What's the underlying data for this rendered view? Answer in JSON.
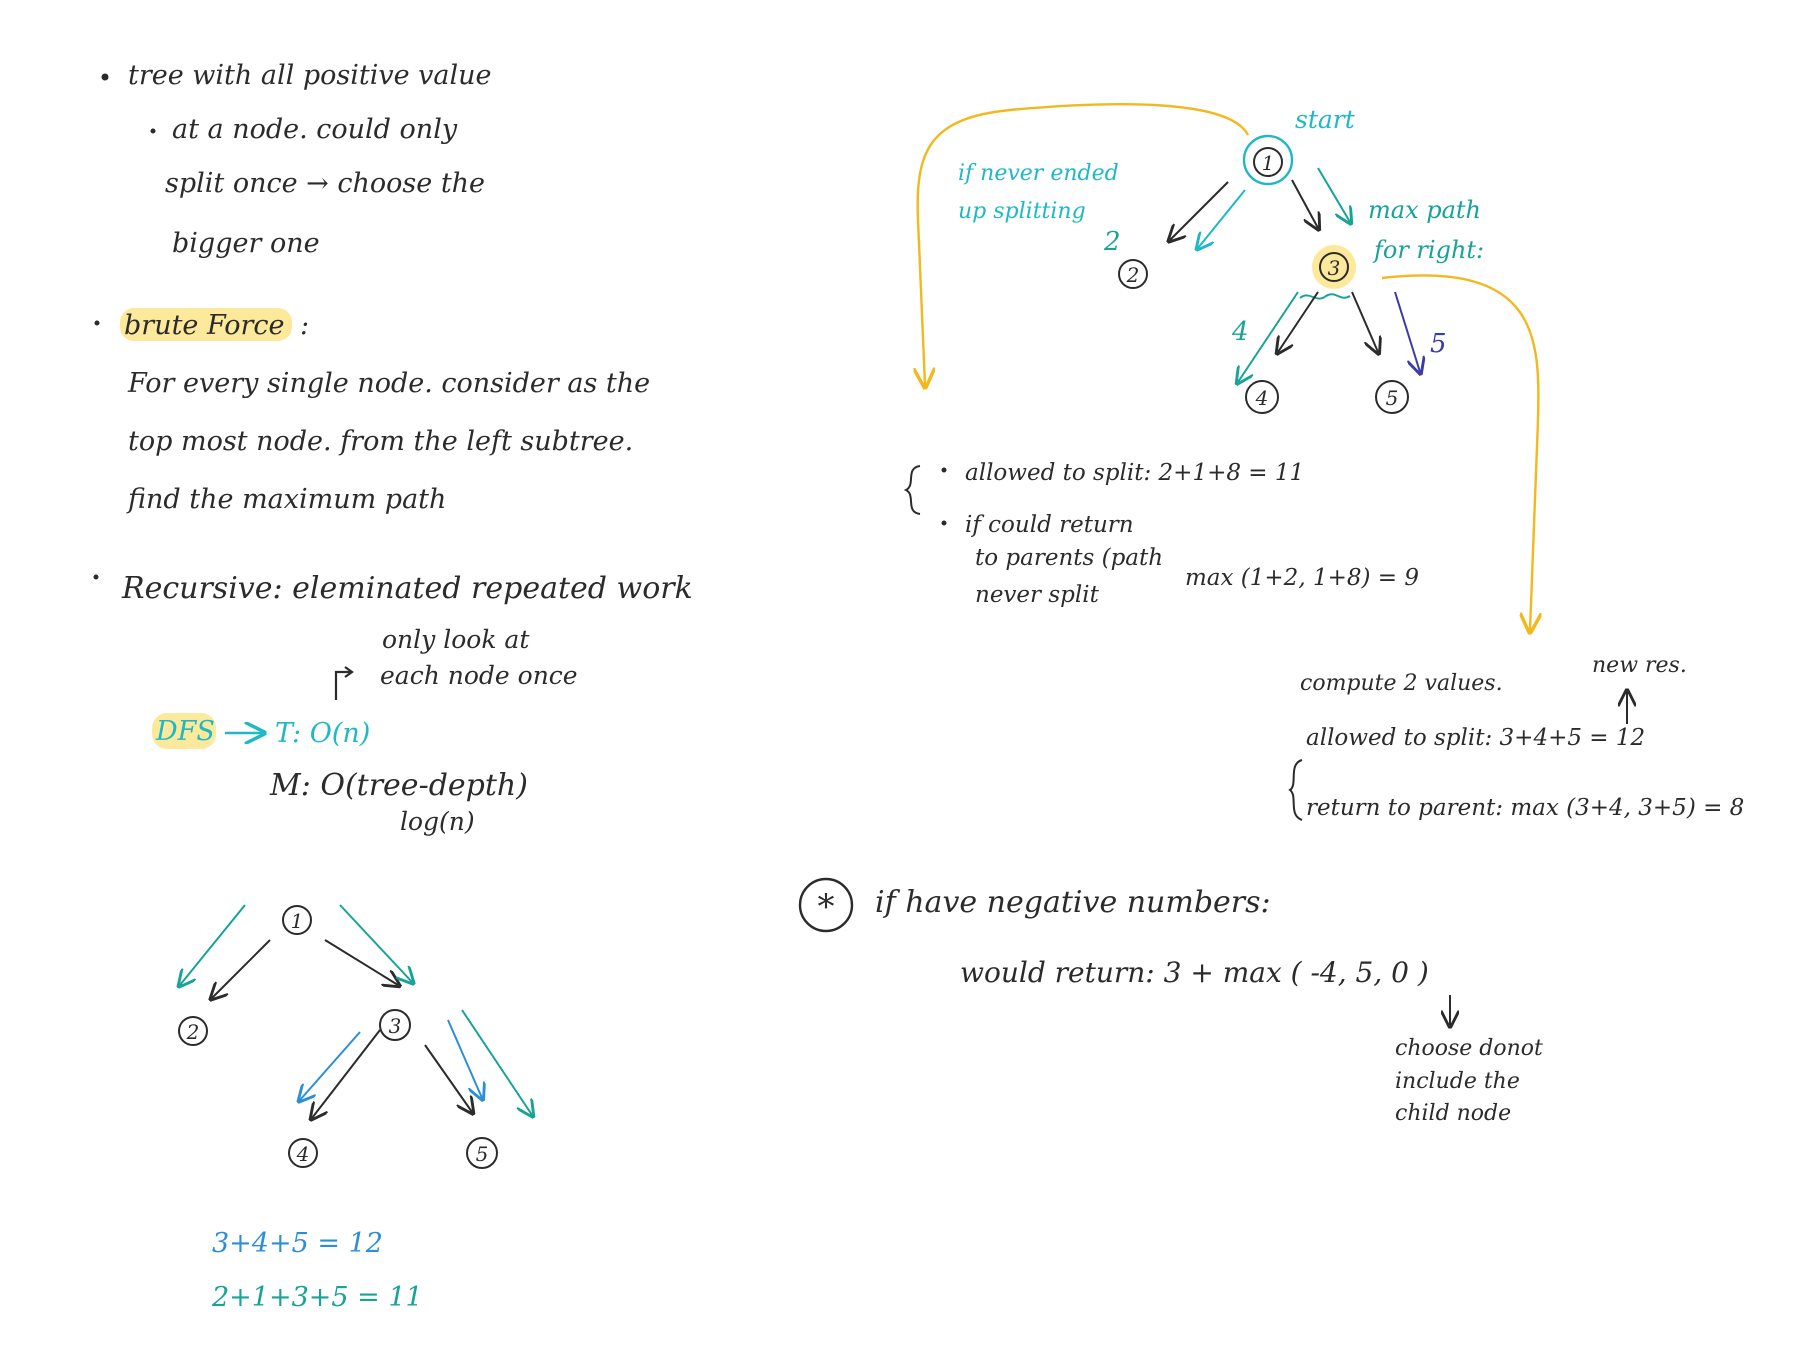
{
  "colors": {
    "ink": "#2b2b2b",
    "teal": "#17a396",
    "cyan": "#1fb8c6",
    "blue": "#2b8fd8",
    "navy": "#3a3aa8",
    "gold": "#f2b81e",
    "highlight": "#fbe27a"
  },
  "left": {
    "bullet1": {
      "line1": "tree with all positive value",
      "line2": "at a node. could only",
      "line3": "split once → choose the",
      "line4": "bigger one"
    },
    "bullet2": {
      "title": "brute Force",
      "line1": "For every single node. consider as the",
      "line2": "top most node. from the left subtree.",
      "line3": "find the maximum path"
    },
    "bullet3": {
      "line1": "Recursive: eleminated repeated work",
      "note_line1": "only look at",
      "note_line2": "each node once"
    },
    "complexity": {
      "dfs": "DFS",
      "time": "T: O(n)",
      "memory": "M: O(tree-depth)",
      "memory_note": "log(n)"
    },
    "tree": {
      "n1": "1",
      "n2": "2",
      "n3": "3",
      "n4": "4",
      "n5": "5"
    },
    "sums": {
      "line1": "3+4+5 = 12",
      "line2": "2+1+3+5 = 11"
    }
  },
  "right": {
    "tree": {
      "start": "start",
      "n1": "1",
      "n2": "2",
      "n3": "3",
      "n4": "4",
      "n5": "5",
      "never_split_line1": "if never ended",
      "never_split_line2": "up splitting",
      "max_path_line1": "max path",
      "max_path_line2": "for right:",
      "label_2": "2",
      "label_4": "4",
      "label_5": "5"
    },
    "rules": {
      "line1": "allowed to split: 2+1+8 = 11",
      "line2": "if could return",
      "line3": "to parents (path",
      "line4": "never split",
      "line4b": "max (1+2, 1+8) = 9"
    },
    "compute": {
      "title": "compute 2 values.",
      "new_res": "new res.",
      "split": "allowed to split: 3+4+5 = 12",
      "ret": "return to parent: max (3+4, 3+5) = 8"
    },
    "negative": {
      "star": "*",
      "title": "if have negative numbers:",
      "formula": "would return: 3 + max ( -4, 5, 0 )",
      "note_line1": "choose donot",
      "note_line2": "include the",
      "note_line3": "child node"
    }
  }
}
